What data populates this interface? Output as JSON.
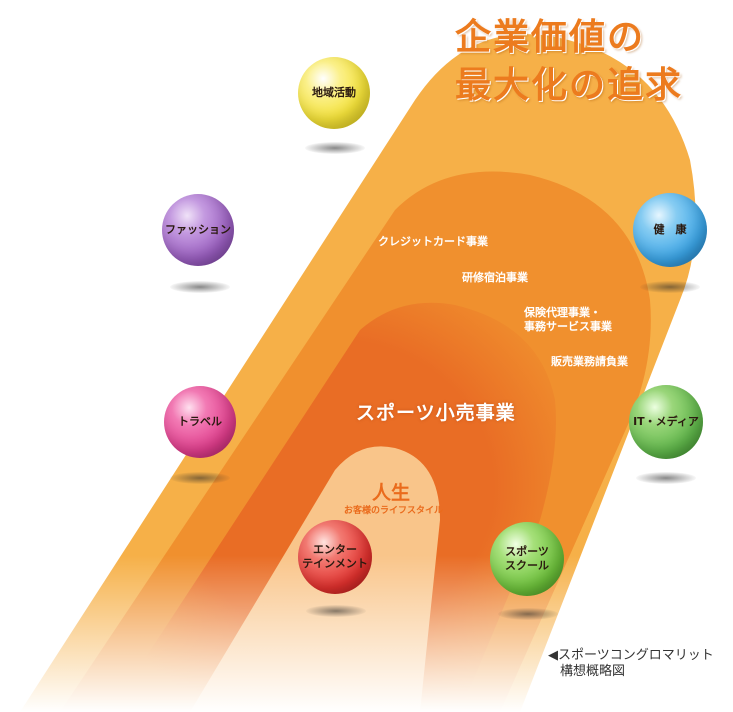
{
  "title": {
    "line1": "企業価値の",
    "line2": "最大化の追求"
  },
  "outer_businesses": [
    "クレジットカード事業",
    "研修宿泊事業",
    "保険代理事業・",
    "事務サービス事業",
    "販売業務請負業"
  ],
  "core_business": "スポーツ小売事業",
  "life": {
    "main": "人生",
    "sub": "お客様のライフスタイル"
  },
  "balls": [
    {
      "label": "地域活動",
      "color": "#f4e23a"
    },
    {
      "label": "ファッション",
      "color": "#9a5ec0"
    },
    {
      "label": "トラベル",
      "color": "#e03d8c"
    },
    {
      "label": "エンター\nテインメント",
      "color": "#e2312e"
    },
    {
      "label": "スポーツ\nスクール",
      "color": "#6cc03a"
    },
    {
      "label": "IT・メディア",
      "color": "#5fb64a"
    },
    {
      "label": "健　康",
      "color": "#3aa4e6"
    }
  ],
  "caption": {
    "line1": "◀スポーツコングロマリット",
    "line2": "構想概略図"
  },
  "colors": {
    "outer": "#f6b048",
    "middle": "#f0902e",
    "inner": "#e96d25",
    "core": "#f9c58a"
  }
}
